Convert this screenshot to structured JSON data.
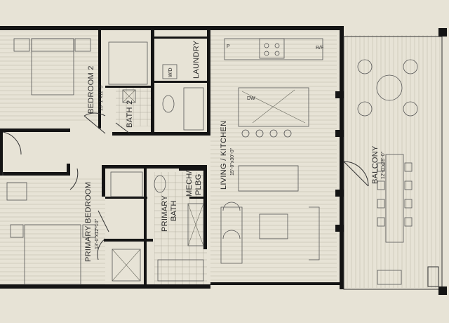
{
  "rooms": {
    "bedroom2": {
      "name": "BEDROOM 2",
      "dims": "13'-1\"x11'-3\""
    },
    "bath2": {
      "name": "BATH 2"
    },
    "laundry": {
      "name": "LAUNDRY"
    },
    "wd": {
      "name": "W/D"
    },
    "living_kitchen": {
      "name": "LIVING / KITCHEN",
      "dims": "15'-0\"x30'-0\""
    },
    "balcony": {
      "name": "BALCONY",
      "dims": "12'-0\"x28'-0\""
    },
    "primary_bedroom": {
      "name": "PRIMARY BEDROOM",
      "dims": "13'-0\"x12'-10\""
    },
    "primary_bath": {
      "name": "PRIMARY BATH",
      "line1": "PRIMARY",
      "line2": "BATH"
    },
    "mech_plbg": {
      "line1": "MECH/",
      "line2": "PLBG"
    }
  },
  "fixtures": {
    "pantry": "P",
    "refrigerator": "R/F",
    "dishwasher": "DW"
  },
  "colors": {
    "paper": "#e7e3d6",
    "wall": "#141414",
    "line": "#333333"
  }
}
